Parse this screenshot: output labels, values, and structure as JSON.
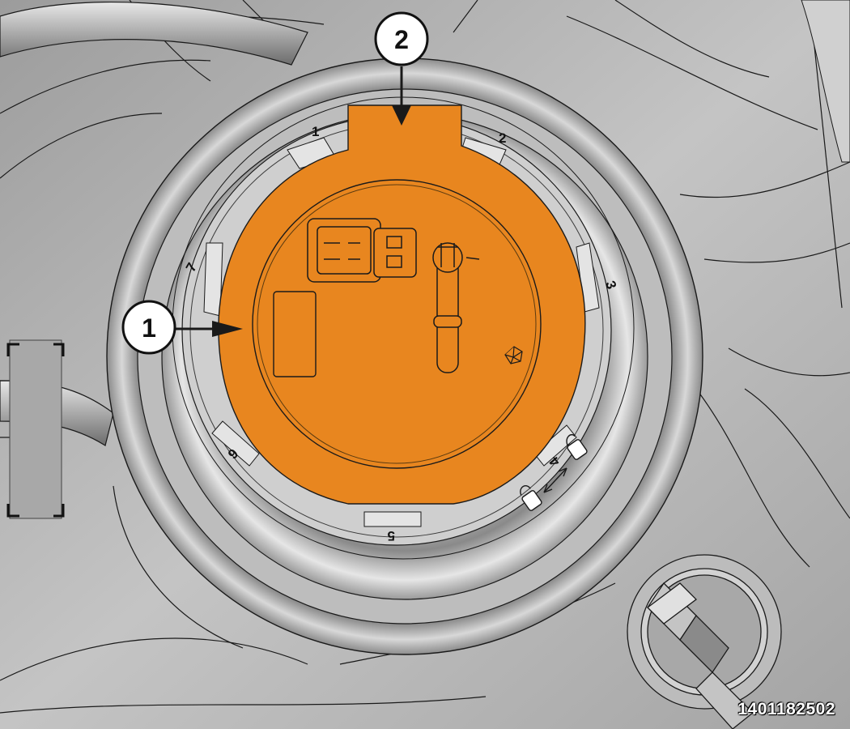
{
  "figure_id": "1401182502",
  "callouts": [
    {
      "number": "1",
      "target": "fuel-pump-module-lock-ring"
    },
    {
      "number": "2",
      "target": "lock-ring-tab-alignment"
    }
  ],
  "alignment_marks": [
    "1",
    "2",
    "3",
    "4",
    "5",
    "6",
    "7"
  ],
  "colors": {
    "highlight": "#e8861f",
    "tank_gray": "#b9b9b9",
    "shadow_gray": "#6a6a6a",
    "line": "#1a1a1a"
  },
  "icons": [
    "lock-closed-icon",
    "lock-open-icon",
    "double-arrow-icon",
    "pentastar-logo-icon"
  ]
}
